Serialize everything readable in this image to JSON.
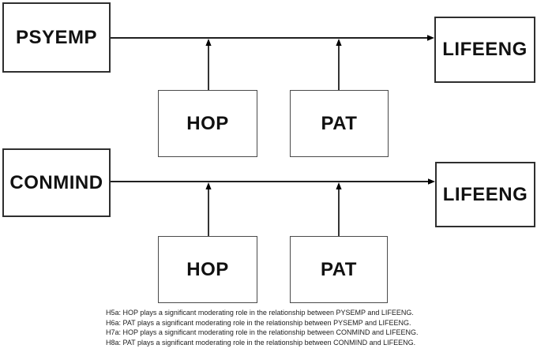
{
  "diagram": {
    "title_implicit": "Moderation model diagram",
    "boxes": {
      "psyemp": {
        "label": "PSYEMP"
      },
      "lifeeng_top": {
        "label": "LIFEENG"
      },
      "hop_top": {
        "label": "HOP"
      },
      "pat_top": {
        "label": "PAT"
      },
      "conmind": {
        "label": "CONMIND"
      },
      "lifeeng_bottom": {
        "label": "LIFEENG"
      },
      "hop_bottom": {
        "label": "HOP"
      },
      "pat_bottom": {
        "label": "PAT"
      }
    },
    "relationships": [
      {
        "from": "PSYEMP",
        "to": "LIFEENG",
        "moderators": [
          "HOP",
          "PAT"
        ]
      },
      {
        "from": "CONMIND",
        "to": "LIFEENG",
        "moderators": [
          "HOP",
          "PAT"
        ]
      }
    ],
    "colors": {
      "background": "#ffffff",
      "box_border_major": "#2f2f2f",
      "box_border_minor": "#4a4a4a",
      "arrow": "#000000",
      "label_text": "#111111",
      "note_text": "#1c1c1c"
    }
  },
  "hypotheses": {
    "lines": [
      "H5a: HOP plays a significant moderating role in the relationship between PYSEMP and LIFEENG.",
      "H6a: PAT plays a significant moderating role in the relationship between PYSEMP and LIFEENG.",
      "H7a: HOP plays a significant moderating role in the relationship between CONMIND and LIFEENG.",
      "H8a: PAT plays a significant moderating role in the relationship between CONMIND and LIFEENG."
    ]
  }
}
